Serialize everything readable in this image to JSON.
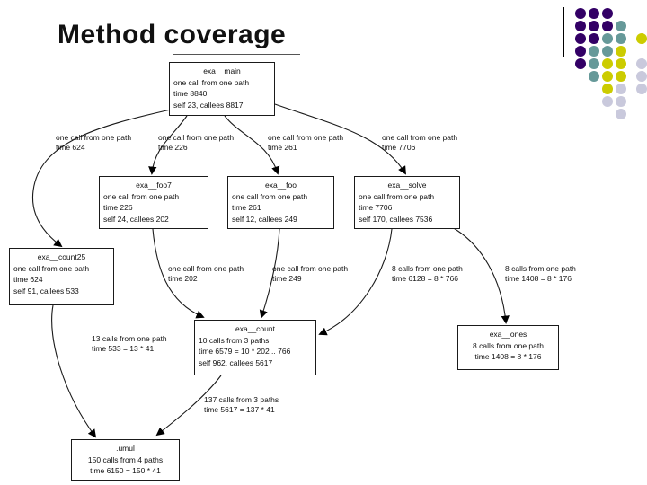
{
  "slide": {
    "title": "Method coverage"
  },
  "decoration": {
    "colors": {
      "p": "#330066",
      "t": "#669999",
      "y": "#cccc00",
      "l": "#c9c9dc"
    },
    "dots": [
      [
        646,
        15,
        "p"
      ],
      [
        661,
        15,
        "p"
      ],
      [
        676,
        15,
        "p"
      ],
      [
        646,
        29,
        "p"
      ],
      [
        661,
        29,
        "p"
      ],
      [
        676,
        29,
        "p"
      ],
      [
        691,
        29,
        "t"
      ],
      [
        646,
        43,
        "p"
      ],
      [
        661,
        43,
        "p"
      ],
      [
        676,
        43,
        "t"
      ],
      [
        691,
        43,
        "t"
      ],
      [
        714,
        43,
        "y"
      ],
      [
        646,
        57,
        "p"
      ],
      [
        661,
        57,
        "t"
      ],
      [
        676,
        57,
        "t"
      ],
      [
        691,
        57,
        "y"
      ],
      [
        646,
        71,
        "p"
      ],
      [
        661,
        71,
        "t"
      ],
      [
        676,
        71,
        "y"
      ],
      [
        691,
        71,
        "y"
      ],
      [
        714,
        71,
        "l"
      ],
      [
        661,
        85,
        "t"
      ],
      [
        676,
        85,
        "y"
      ],
      [
        691,
        85,
        "y"
      ],
      [
        714,
        85,
        "l"
      ],
      [
        676,
        99,
        "y"
      ],
      [
        691,
        99,
        "l"
      ],
      [
        714,
        99,
        "l"
      ],
      [
        676,
        113,
        "l"
      ],
      [
        691,
        113,
        "l"
      ],
      [
        691,
        127,
        "l"
      ]
    ]
  },
  "graph": {
    "nodes": {
      "main": {
        "name": "exa__main",
        "calls": "one call from one path",
        "time": "time 8840",
        "self": "self 23, callees 8817"
      },
      "foo7": {
        "name": "exa__foo7",
        "calls": "one call from one path",
        "time": "time 226",
        "self": "self 24, callees 202"
      },
      "foo": {
        "name": "exa__foo",
        "calls": "one call from one path",
        "time": "time 261",
        "self": "self 12, callees 249"
      },
      "solve": {
        "name": "exa__solve",
        "calls": "one call from one path",
        "time": "time 7706",
        "self": "self 170, callees 7536"
      },
      "count25": {
        "name": "exa__count25",
        "calls": "one call from one path",
        "time": "time 624",
        "self": "self 91, callees 533"
      },
      "count": {
        "name": "exa__count",
        "calls": "10 calls from 3 paths",
        "time": "time 6579 = 10 * 202 .. 766",
        "self": "self 962, callees 5617"
      },
      "ones": {
        "name": "exa__ones",
        "calls": "8 calls from one path",
        "time": "time 1408 = 8 * 176"
      },
      "umul": {
        "name": ".umul",
        "calls": "150 calls from 4 paths",
        "time": "time 6150 = 150 * 41"
      }
    },
    "edges": [
      {
        "from": "exa__main",
        "to": "exa__count25"
      },
      {
        "from": "exa__main",
        "to": "exa__foo7"
      },
      {
        "from": "exa__main",
        "to": "exa__foo"
      },
      {
        "from": "exa__main",
        "to": "exa__solve"
      },
      {
        "from": "exa__foo7",
        "to": "exa__count"
      },
      {
        "from": "exa__foo",
        "to": "exa__count"
      },
      {
        "from": "exa__solve",
        "to": "exa__count"
      },
      {
        "from": "exa__solve",
        "to": "exa__ones"
      },
      {
        "from": "exa__count25",
        "to": ".umul"
      },
      {
        "from": "exa__count",
        "to": ".umul"
      }
    ],
    "edge_labels": {
      "main_count25": {
        "l1": "one call from one path",
        "l2": "time 624"
      },
      "main_foo7": {
        "l1": "one call from one path",
        "l2": "time 226"
      },
      "main_foo": {
        "l1": "one call from one path",
        "l2": "time 261"
      },
      "main_solve": {
        "l1": "one call from one path",
        "l2": "time 7706"
      },
      "foo7_count": {
        "l1": "one call from one path",
        "l2": "time 202"
      },
      "foo_count": {
        "l1": "one call from one path",
        "l2": "time 249"
      },
      "solve_count": {
        "l1": "8 calls from one path",
        "l2": "time 6128 = 8 * 766"
      },
      "solve_ones": {
        "l1": "8 calls from one path",
        "l2": "time 1408 = 8 * 176"
      },
      "count25_umul": {
        "l1": "13 calls from one path",
        "l2": "time 533 = 13 * 41"
      },
      "count_umul": {
        "l1": "137 calls from 3 paths",
        "l2": "time 5617 = 137 * 41"
      }
    }
  }
}
